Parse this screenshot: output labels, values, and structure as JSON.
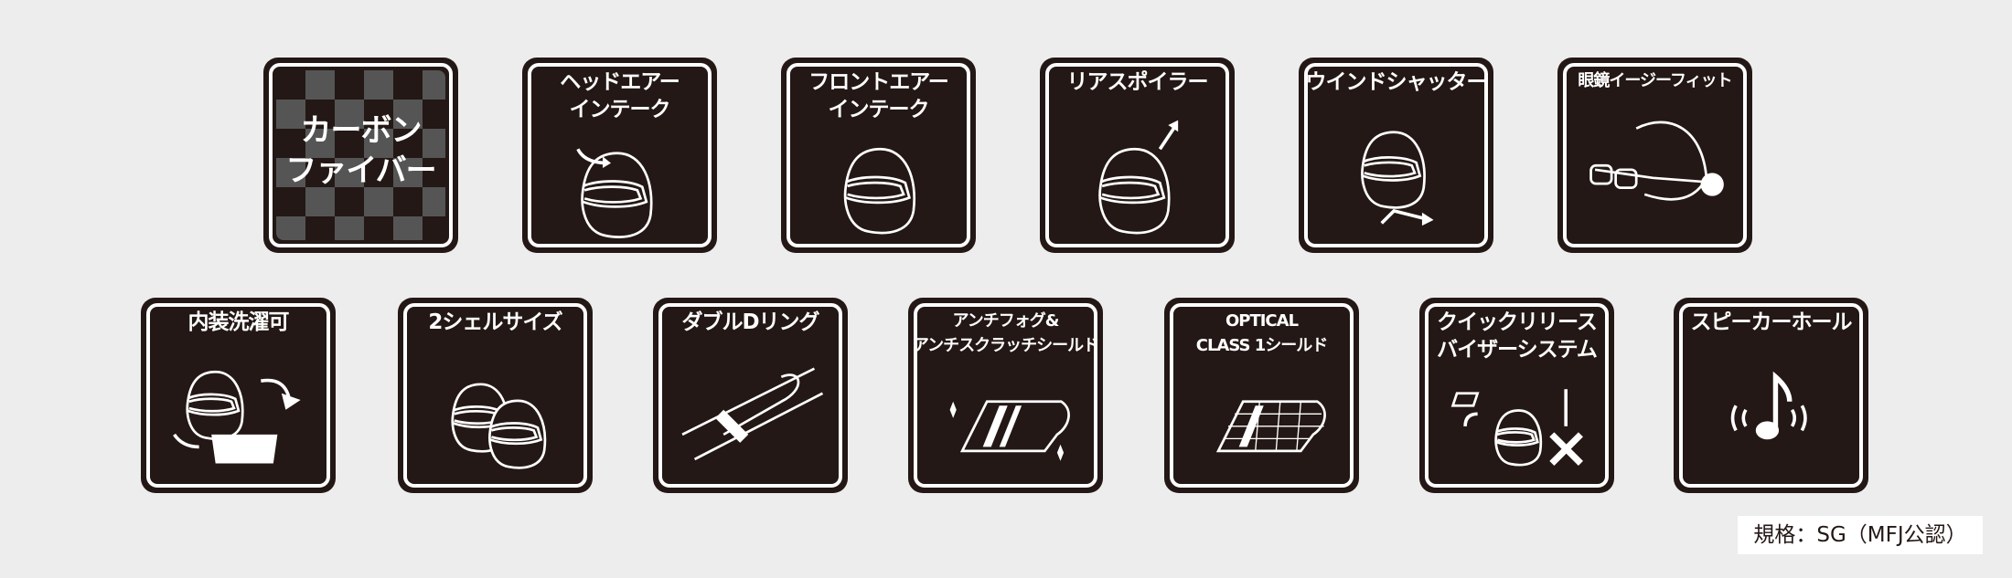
{
  "features": [
    {
      "lines": [
        "カーボン",
        "ファイバー"
      ],
      "icon": "carbon-checker-icon",
      "row": 1
    },
    {
      "lines": [
        "ヘッドエアー",
        "インテーク"
      ],
      "icon": "helmet-head-air-intake-icon",
      "row": 1
    },
    {
      "lines": [
        "フロントエアー",
        "インテーク"
      ],
      "icon": "helmet-front-air-intake-icon",
      "row": 1
    },
    {
      "lines": [
        "リアスポイラー"
      ],
      "icon": "helmet-rear-spoiler-icon",
      "row": 1
    },
    {
      "lines": [
        "ウインドシャッター"
      ],
      "icon": "helmet-wind-shutter-icon",
      "row": 1
    },
    {
      "lines": [
        "眼鏡イージーフィット"
      ],
      "icon": "glasses-fit-icon",
      "row": 1
    },
    {
      "lines": [
        "内装洗濯可"
      ],
      "icon": "washable-liner-icon",
      "row": 2
    },
    {
      "lines": [
        "2シェルサイズ"
      ],
      "icon": "two-helmets-icon",
      "row": 2
    },
    {
      "lines": [
        "ダブルDリング"
      ],
      "icon": "double-d-ring-icon",
      "row": 2
    },
    {
      "lines": [
        "アンチフォグ&",
        "アンチスクラッチシールド"
      ],
      "icon": "anti-fog-shield-icon",
      "row": 2
    },
    {
      "lines": [
        "OPTICAL",
        "CLASS 1シールド"
      ],
      "icon": "optical-shield-icon",
      "row": 2
    },
    {
      "lines": [
        "クイックリリース",
        "バイザーシステム"
      ],
      "icon": "quick-release-visor-icon",
      "row": 2
    },
    {
      "lines": [
        "スピーカーホール"
      ],
      "icon": "speaker-music-note-icon",
      "row": 2
    }
  ],
  "spec_label": "規格：SG（MFJ公認）"
}
